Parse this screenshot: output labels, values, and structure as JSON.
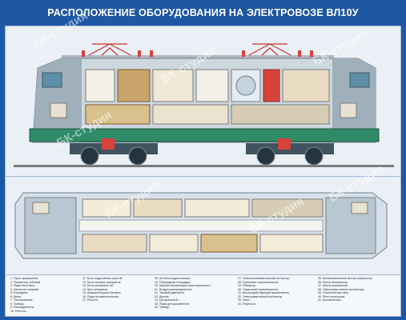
{
  "title": "РАСПОЛОЖЕНИЕ ОБОРУДОВАНИЯ НА ЭЛЕКТРОВОЗЕ ВЛ10У",
  "watermark": "БК-студия",
  "legend": [
    "1. Пульт управления",
    "2. Прожектор лобовой",
    "3. Ящик песочниц",
    "4. Изолятор опорный",
    "5. Разрядник",
    "6. Шина",
    "7. Токоприемник",
    "8. Привод",
    "9. Разъединитель",
    "10. Реостат...",
    "11. Блок индуктивных шунтов",
    "12. Блок силовых аппаратов",
    "13. Блок аппаратов №2",
    "14. Щит аппаратов",
    "15. Аккумуляторная батарея",
    "16. Ящик вспомогательных...",
    "17. Реостат",
    "18. Антенна радиостанции",
    "19. Переходная площадка",
    "20. Коробка вентиляции пускотормозного...",
    "21. Воздухораспределитель",
    "22. Тяговый двигатель",
    "23. Датчик...",
    "24. Центральный...",
    "25. Ящик для документов",
    "26. Тамбур",
    "27. Электропневматический контактор",
    "28. Групповые переключатели",
    "29. Реверсор",
    "30. Тормозной переключатель",
    "31. Быстродействующий выключатель",
    "32. Электромагнитный контактор",
    "33. Реле...",
    "34. Форточка",
    "35. Вспомогательный мотор-компрессор",
    "36. Мотор-вентилятор",
    "37. Мотор-компрессор",
    "38. Электромагнитные контакторы",
    "39. Отопительная печь",
    "40. Реле перегрузки",
    "41. Выключатель..."
  ]
}
